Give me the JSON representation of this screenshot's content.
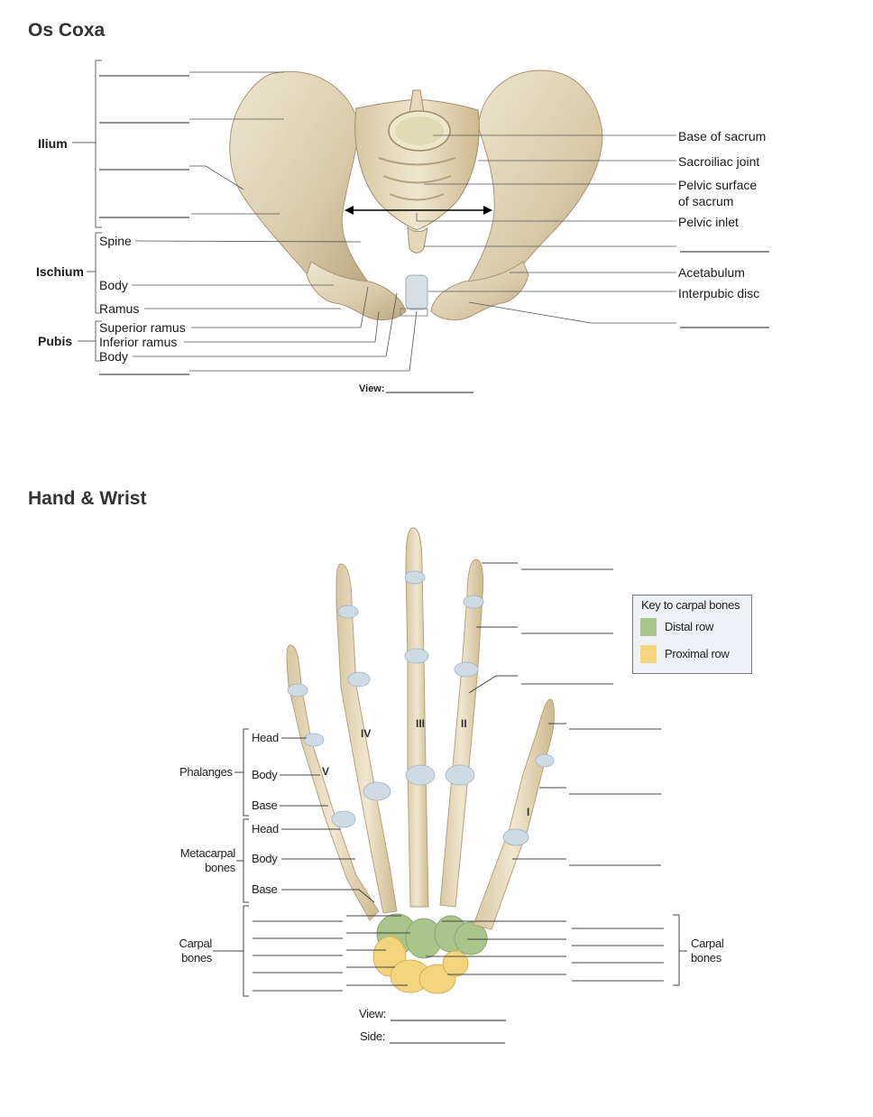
{
  "os_coxa": {
    "title": "Os Coxa",
    "groups": {
      "ilium": "Ilium",
      "ischium": "Ischium",
      "pubis": "Pubis"
    },
    "left_labels": {
      "spine": "Spine",
      "ischium_body": "Body",
      "ramus": "Ramus",
      "superior_ramus": "Superior ramus",
      "inferior_ramus": "Inferior ramus",
      "pubis_body": "Body"
    },
    "right_labels": {
      "base_of_sacrum": "Base of sacrum",
      "sacroiliac_joint": "Sacroiliac joint",
      "pelvic_surface_1": "Pelvic surface",
      "pelvic_surface_2": "of sacrum",
      "pelvic_inlet": "Pelvic inlet",
      "acetabulum": "Acetabulum",
      "interpubic_disc": "Interpubic disc"
    },
    "view_label": "View:"
  },
  "hand_wrist": {
    "title": "Hand & Wrist",
    "numerals": {
      "v": "V",
      "iv": "IV",
      "iii": "III",
      "ii": "II",
      "i": "I"
    },
    "left_labels": {
      "phalanges": "Phalanges",
      "head1": "Head",
      "body1": "Body",
      "base1": "Base",
      "metacarpal_1": "Metacarpal",
      "metacarpal_2": "bones",
      "head2": "Head",
      "body2": "Body",
      "base2": "Base",
      "carpal_1": "Carpal",
      "carpal_2": "bones"
    },
    "right_labels": {
      "carpal_1": "Carpal",
      "carpal_2": "bones"
    },
    "key": {
      "title": "Key to carpal bones",
      "distal": "Distal row",
      "proximal": "Proximal row",
      "distal_color": "#a9c58a",
      "proximal_color": "#f3d57e"
    },
    "view_label": "View:",
    "side_label": "Side:"
  }
}
